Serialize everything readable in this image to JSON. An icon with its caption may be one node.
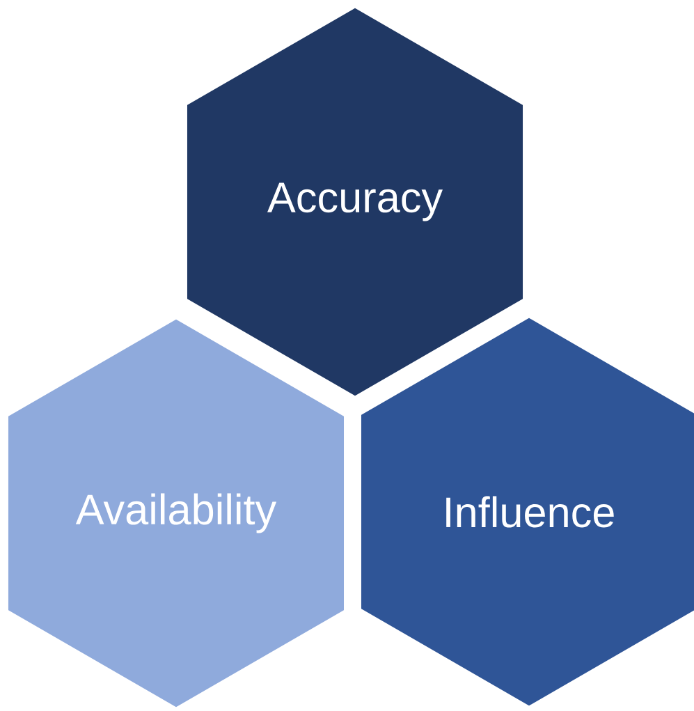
{
  "diagram": {
    "nodes": [
      {
        "text": [
          "Accuracy"
        ]
      },
      {
        "text": [
          "Availability"
        ]
      },
      {
        "text": [
          "Influence"
        ]
      }
    ]
  }
}
